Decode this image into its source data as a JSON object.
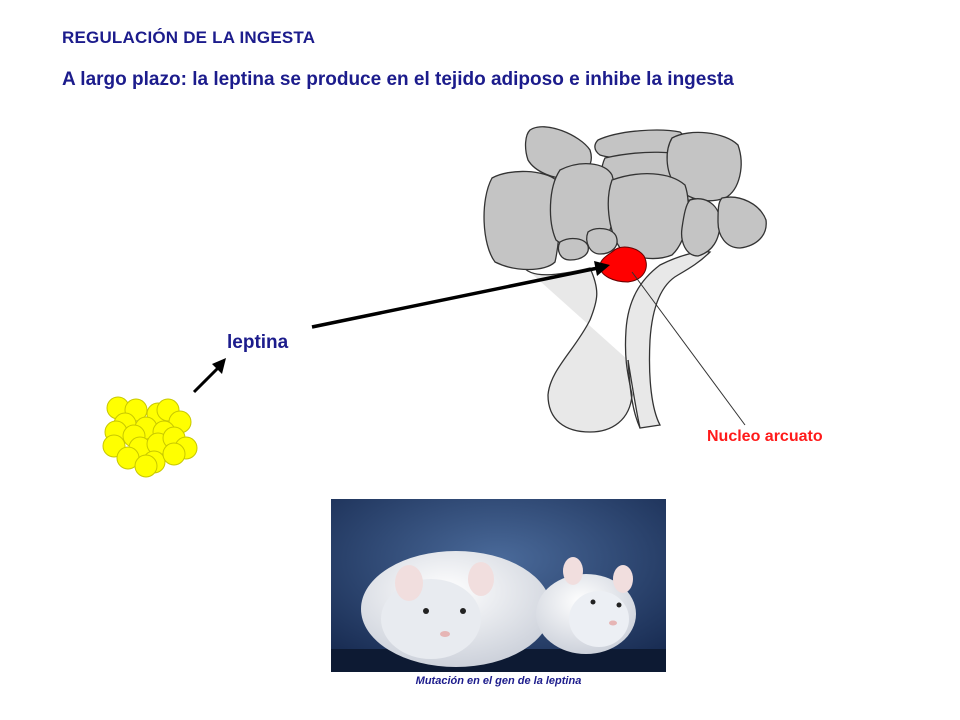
{
  "slide": {
    "title": "REGULACIÓN DE LA INGESTA",
    "subtitle": "A largo plazo: la leptina se produce en el tejido adiposo e inhibe la ingesta"
  },
  "diagram": {
    "leptin_label": "leptina",
    "nucleus_label": "Nucleo arcuato"
  },
  "photo": {
    "caption": "Mutación en el gen de la leptina"
  },
  "colors": {
    "text_blue": "#1c1c8c",
    "nucleus_red": "#ff0000",
    "fat_yellow": "#ffff00",
    "brain_gray": "#c8c8c8",
    "photo_bg": "#1f3b6e"
  }
}
